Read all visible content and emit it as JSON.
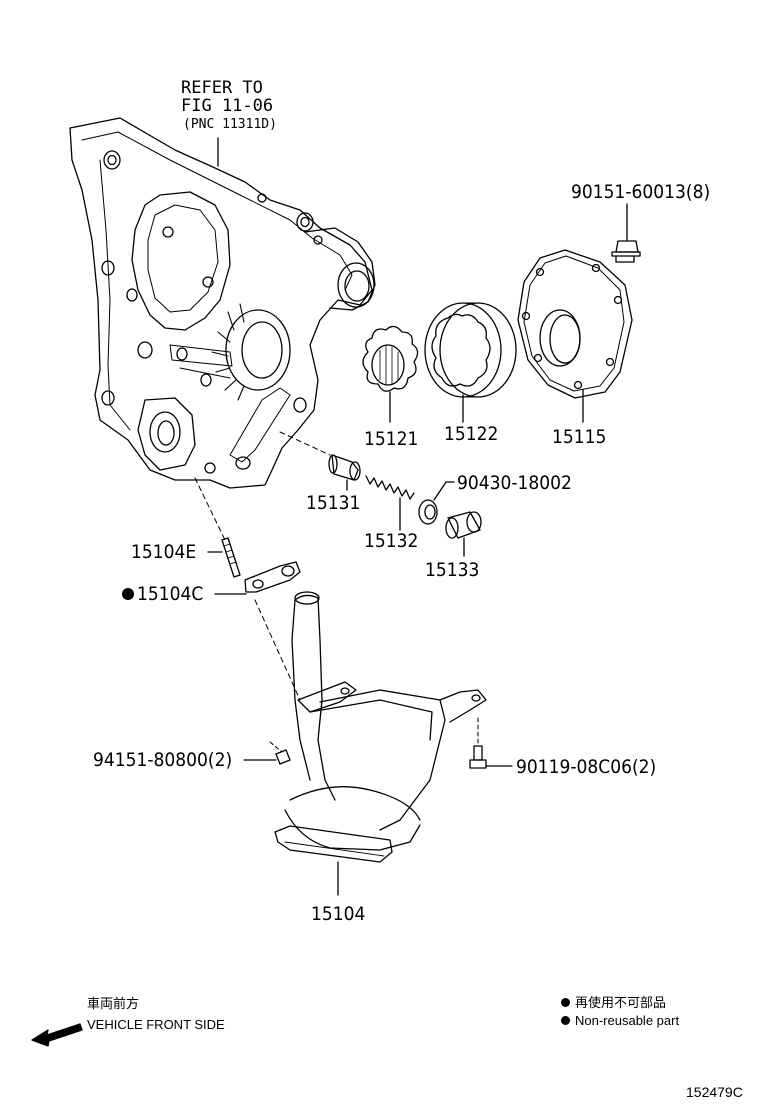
{
  "refer": {
    "line1": "REFER TO",
    "line2": "FIG 11-06",
    "line3": "(PNC 11311D)"
  },
  "parts": {
    "p90151": "90151-60013(8)",
    "p15121": "15121",
    "p15122": "15122",
    "p15115": "15115",
    "p15131": "15131",
    "p90430": "90430-18002",
    "p15132": "15132",
    "p15133": "15133",
    "p15104E": "15104E",
    "p15104C": "15104C",
    "p94151": "94151-80800(2)",
    "p90119": "90119-08C06(2)",
    "p15104": "15104"
  },
  "legend": {
    "front_jp": "車両前方",
    "front_en": "VEHICLE FRONT SIDE",
    "nonreuse_jp": "再使用不可部品",
    "nonreuse_en": "Non-reusable part"
  },
  "figure_code": "152479C"
}
